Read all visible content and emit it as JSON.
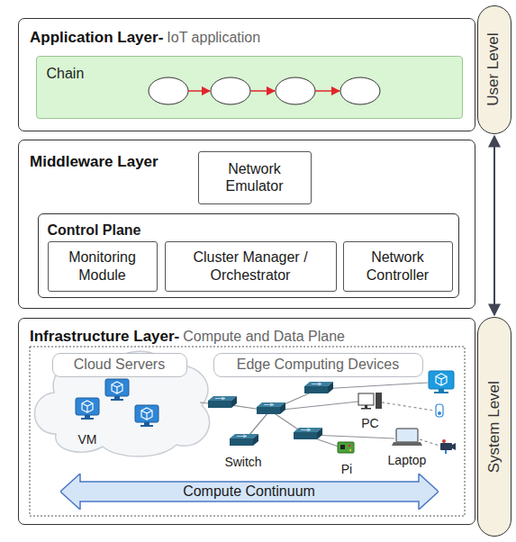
{
  "diagram": {
    "nodes": [
      {
        "text": [
          "Application Layer-",
          "IoT application"
        ]
      },
      {
        "text": [
          "Chain"
        ],
        "in": 0
      },
      {
        "text": [
          "User Level"
        ]
      },
      {
        "text": [
          "Middleware Layer"
        ]
      },
      {
        "text": [
          "Network Emulator"
        ],
        "in": 3
      },
      {
        "text": [
          "Control Plane"
        ],
        "in": 3
      },
      {
        "text": [
          "Monitoring Module"
        ],
        "in": 5
      },
      {
        "text": [
          "Cluster Manager / Orchestrator"
        ],
        "in": 5
      },
      {
        "text": [
          "Network Controller"
        ],
        "in": 5
      },
      {
        "text": [
          "System Level"
        ]
      },
      {
        "text": [
          "Infrastructure Layer-",
          "Compute and Data Plane"
        ]
      },
      {
        "text": [
          "Cloud Servers"
        ],
        "in": 10
      },
      {
        "text": [
          "Edge Computing Devices"
        ],
        "in": 10
      },
      {
        "text": [
          "Compute Continuum"
        ],
        "in": 10
      }
    ],
    "edges": [
      {
        "from": 2,
        "to": 9,
        "arrow": "both"
      }
    ],
    "labels": [
      "VM",
      "Switch",
      "PC",
      "Pi",
      "Laptop"
    ]
  }
}
